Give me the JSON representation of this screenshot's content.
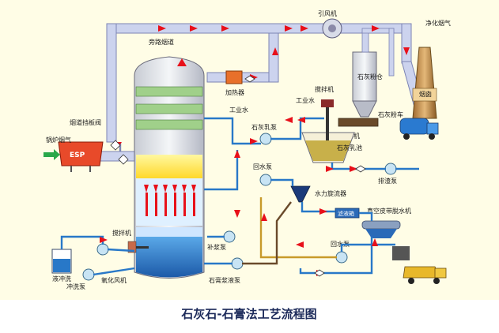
{
  "caption": "石灰石-石膏法工艺流程图",
  "colors": {
    "background": "#fffde6",
    "pipe": "#ccd3ee",
    "pipe_edge": "#7c84b4",
    "arrow": "#e8101a",
    "water": "#2878c8",
    "slurry": "#6a4a2a",
    "caption": "#1c2a5a"
  },
  "labels": {
    "bypass_flue": "旁路烟道",
    "induced_fan": "引风机",
    "clean_gas": "净化烟气",
    "chimney": "烟囱",
    "heater": "加热器",
    "industrial_water_1": "工业水",
    "industrial_water_2": "工业水",
    "flue_damper": "烟道挡板阀",
    "boiler_flue_gas": "锅炉烟气",
    "esp": "ESP",
    "agitator_1": "搅拌机",
    "limestone_silo": "石灰粉仓",
    "limestone_truck": "石灰粉车",
    "screw_feeder": "螺旋给料机",
    "slurry_pump": "石灰乳泵",
    "milk_tank": "石灰乳池",
    "drain_pump": "排渣泵",
    "return_pump_1": "回水泵",
    "hydrocyclone": "水力旋流器",
    "thickener": "滤液箱",
    "vacuum_filter": "真空皮带脱水机",
    "return_pump_2": "回水泵",
    "makeup_pump": "补浆泵",
    "gypsum_pump": "石膏浆液泵",
    "agitator_2": "搅拌机",
    "oxidation_fan": "氧化风机",
    "flush_pump": "冲洗泵",
    "flush_tank": "液冲洗"
  }
}
